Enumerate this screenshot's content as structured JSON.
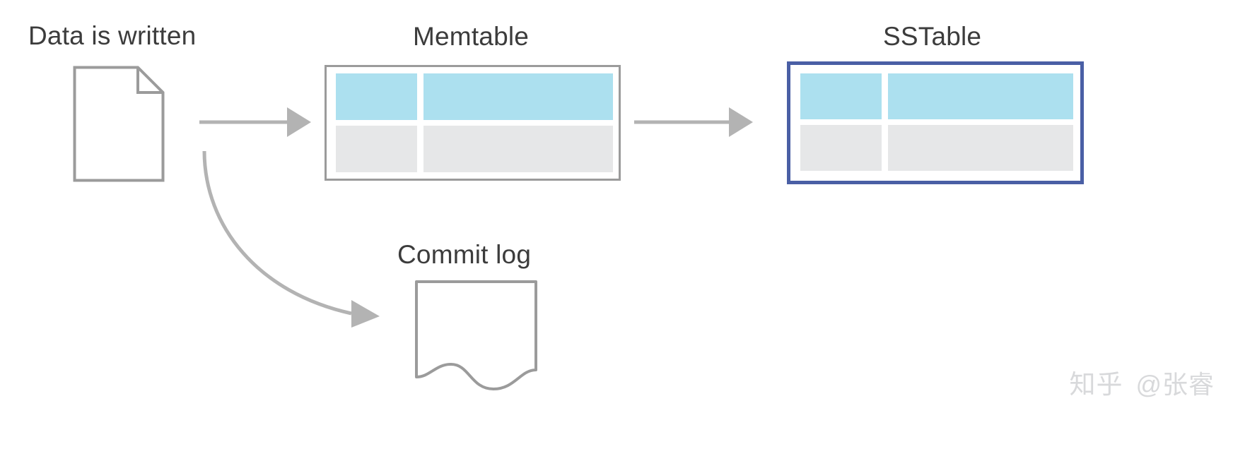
{
  "diagram": {
    "title_data_written": "Data is written",
    "title_memtable": "Memtable",
    "title_sstable": "SSTable",
    "title_commit_log": "Commit log",
    "nodes": [
      {
        "id": "source-document",
        "label": "Data is written",
        "shape": "document-with-folded-corner",
        "stroke": "#9b9b9b"
      },
      {
        "id": "memtable",
        "label": "Memtable",
        "shape": "table-2x2",
        "border_color": "#9b9b9b",
        "rows": [
          {
            "cells": [
              {
                "fill": "#ace0ef"
              },
              {
                "fill": "#ace0ef"
              }
            ]
          },
          {
            "cells": [
              {
                "fill": "#e6e7e8"
              },
              {
                "fill": "#e6e7e8"
              }
            ]
          }
        ]
      },
      {
        "id": "sstable",
        "label": "SSTable",
        "shape": "table-2x2",
        "border_color": "#4a5fa5",
        "rows": [
          {
            "cells": [
              {
                "fill": "#ace0ef"
              },
              {
                "fill": "#ace0ef"
              }
            ]
          },
          {
            "cells": [
              {
                "fill": "#e6e7e8"
              },
              {
                "fill": "#e6e7e8"
              }
            ]
          }
        ]
      },
      {
        "id": "commit-log",
        "label": "Commit log",
        "shape": "document-with-wavy-bottom",
        "stroke": "#9b9b9b"
      }
    ],
    "edges": [
      {
        "id": "doc-to-memtable",
        "from": "source-document",
        "to": "memtable",
        "style": "straight-arrow",
        "color": "#b3b3b3"
      },
      {
        "id": "memtable-to-sstable",
        "from": "memtable",
        "to": "sstable",
        "style": "straight-arrow",
        "color": "#b3b3b3"
      },
      {
        "id": "doc-to-commitlog",
        "from": "source-document",
        "to": "commit-log",
        "style": "curved-arrow",
        "color": "#b3b3b3"
      }
    ],
    "colors": {
      "stroke_grey": "#9b9b9b",
      "arrow_grey": "#b3b3b3",
      "cell_blue": "#ace0ef",
      "cell_grey": "#e6e7e8",
      "sstable_border_blue": "#4a5fa5",
      "text": "#3c3c3c",
      "watermark": "#d8d9db",
      "background": "#ffffff"
    }
  },
  "watermark": {
    "site": "知乎",
    "handle": "@张睿"
  }
}
